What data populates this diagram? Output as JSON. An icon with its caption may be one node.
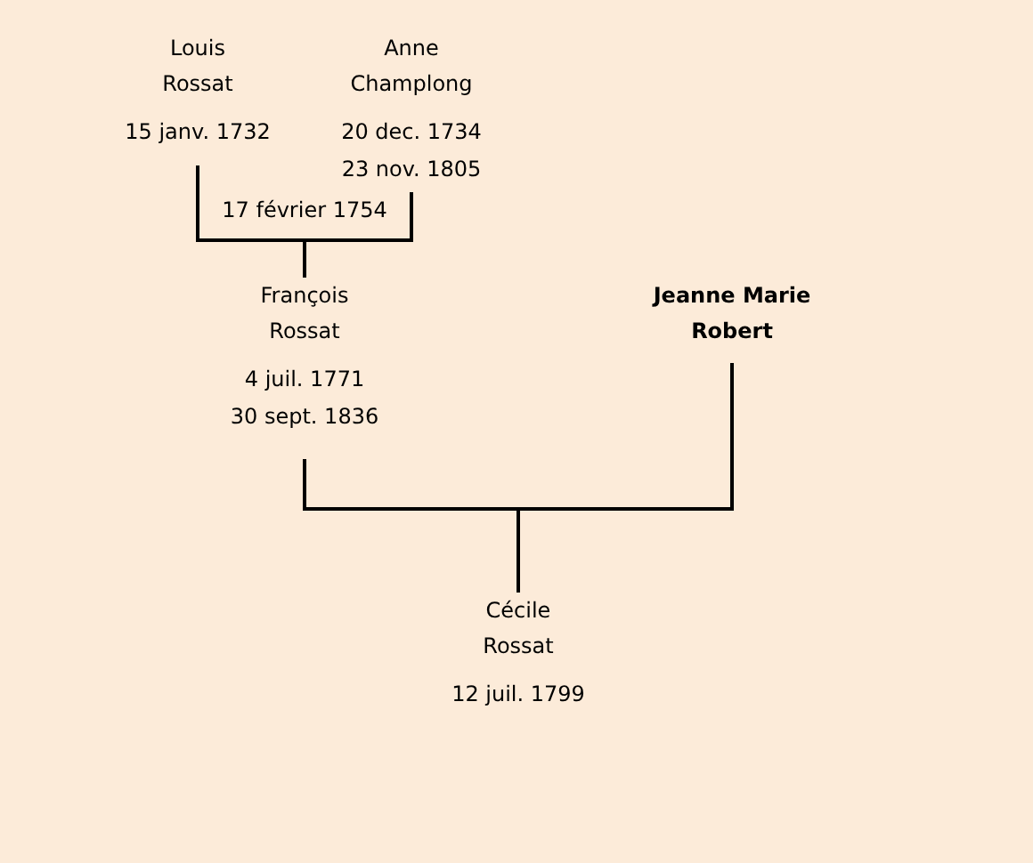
{
  "diagram": {
    "nodes": [
      {
        "text": [
          "Louis Rossat",
          "15 janv. 1732"
        ]
      },
      {
        "text": [
          "Anne Champlong",
          "20 dec. 1734",
          "23 nov. 1805"
        ]
      },
      {
        "text": [
          "François Rossat",
          "4 juil. 1771",
          "30 sept. 1836"
        ]
      },
      {
        "text": [
          "Jeanne Marie Robert"
        ]
      },
      {
        "text": [
          "Cécile Rossat",
          "12 juil. 1799"
        ]
      }
    ],
    "edges": [
      {
        "from": 0,
        "to": 1,
        "arrow": "none",
        "label": "17 février 1754"
      },
      {
        "from": 0,
        "to": 2,
        "arrow": "none"
      },
      {
        "from": 1,
        "to": 2,
        "arrow": "none"
      },
      {
        "from": 2,
        "to": 3,
        "arrow": "none"
      },
      {
        "from": 2,
        "to": 4,
        "arrow": "none"
      },
      {
        "from": 3,
        "to": 4,
        "arrow": "none"
      }
    ]
  }
}
